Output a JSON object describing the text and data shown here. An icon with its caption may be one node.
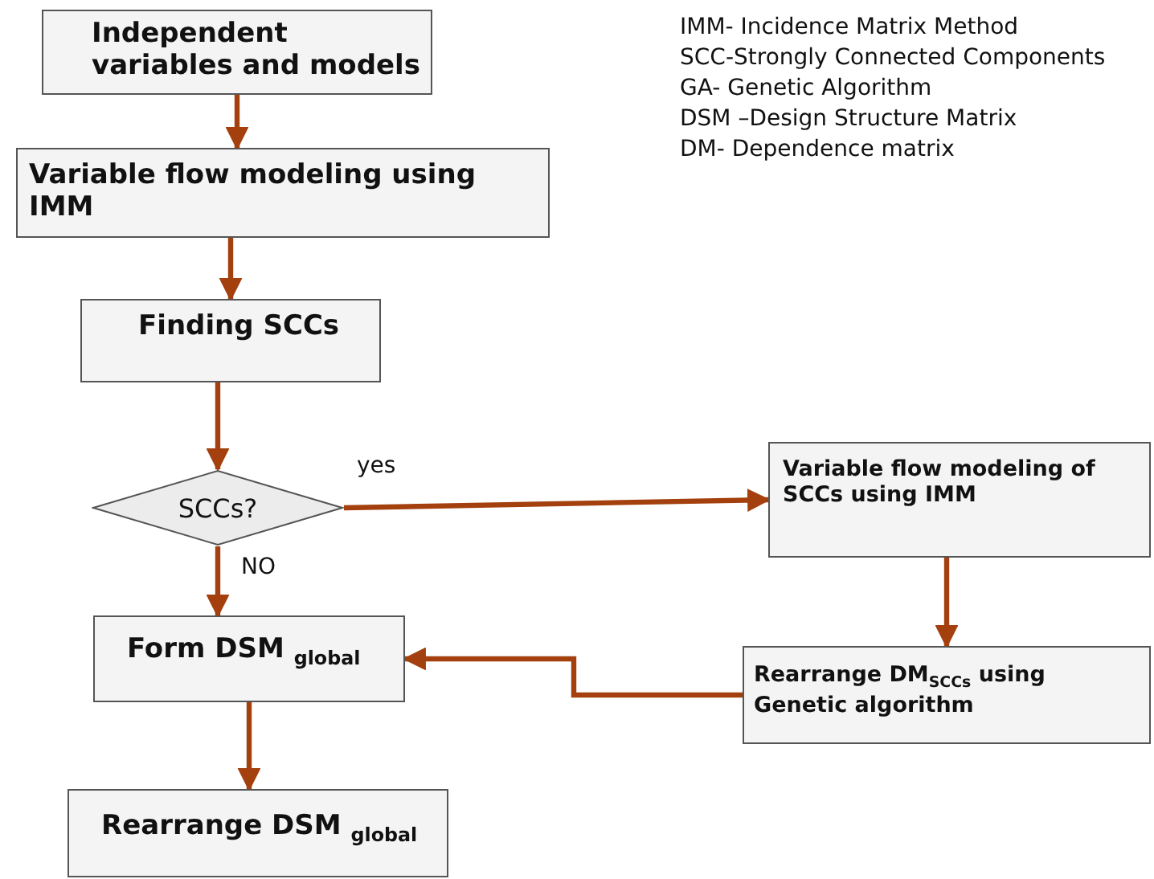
{
  "diagram": {
    "nodes": [
      {
        "text": [
          "Independent variables and models"
        ]
      },
      {
        "text": [
          "Variable flow modeling using IMM"
        ]
      },
      {
        "text": [
          "Finding SCCs"
        ]
      },
      {
        "text": [
          "SCCs?"
        ]
      },
      {
        "text": [
          "Variable flow modeling of SCCs using IMM"
        ]
      },
      {
        "text": [
          "Form DSM $_{global}$"
        ]
      },
      {
        "text": [
          "Rearrange DM$_{SCCs}$ using Genetic algorithm"
        ]
      },
      {
        "text": [
          "Rearrange DSM $_{global}$"
        ]
      }
    ],
    "edges": [
      {
        "from": 0,
        "to": 1,
        "arrow": "to"
      },
      {
        "from": 1,
        "to": 2,
        "arrow": "to"
      },
      {
        "from": 2,
        "to": 3,
        "arrow": "to"
      },
      {
        "from": 3,
        "to": 4,
        "arrow": "to",
        "label": "yes"
      },
      {
        "from": 3,
        "to": 5,
        "arrow": "to",
        "label": "NO"
      },
      {
        "from": 4,
        "to": 6,
        "arrow": "to"
      },
      {
        "from": 6,
        "to": 5,
        "arrow": "to"
      },
      {
        "from": 5,
        "to": 7,
        "arrow": "to"
      }
    ],
    "labels": [
      "IMM- Incidence Matrix Method",
      "SCC-Strongly Connected Components",
      "GA- Genetic Algorithm",
      "DSM –Design Structure Matrix",
      "DM- Dependence matrix"
    ]
  }
}
